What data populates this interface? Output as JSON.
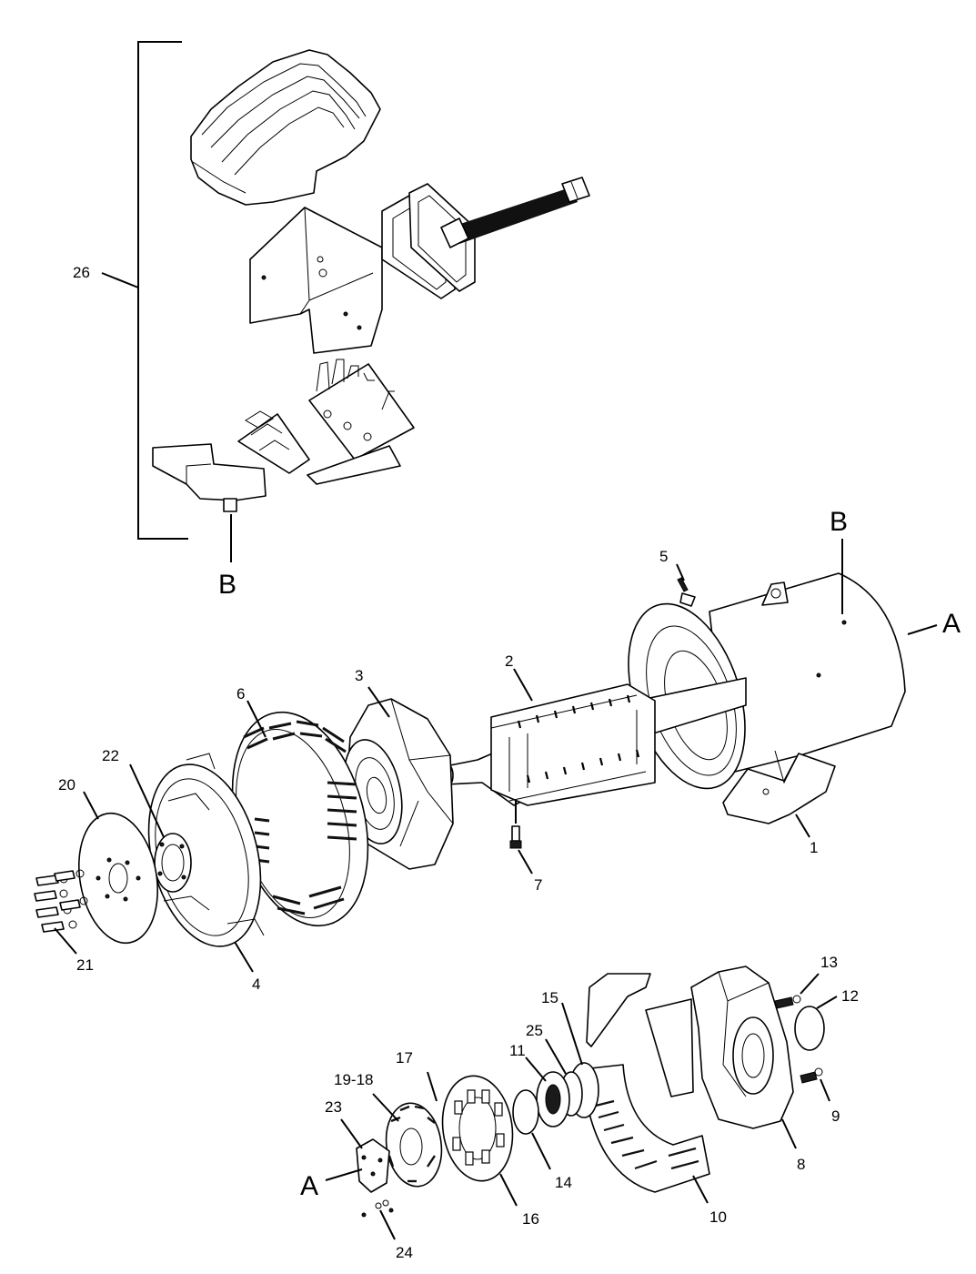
{
  "figure": {
    "callouts": {
      "c1": "1",
      "c2": "2",
      "c3": "3",
      "c4": "4",
      "c5": "5",
      "c6": "6",
      "c7": "7",
      "c8": "8",
      "c9": "9",
      "c10": "10",
      "c11": "11",
      "c12": "12",
      "c13": "13",
      "c14": "14",
      "c15": "15",
      "c16": "16",
      "c17": "17",
      "c19_18": "19-18",
      "c20": "20",
      "c21": "21",
      "c22": "22",
      "c23": "23",
      "c24": "24",
      "c25": "25",
      "c26": "26"
    },
    "refs": {
      "b_top": "B",
      "b_right": "B",
      "a_right": "A",
      "a_bottom": "A"
    }
  }
}
